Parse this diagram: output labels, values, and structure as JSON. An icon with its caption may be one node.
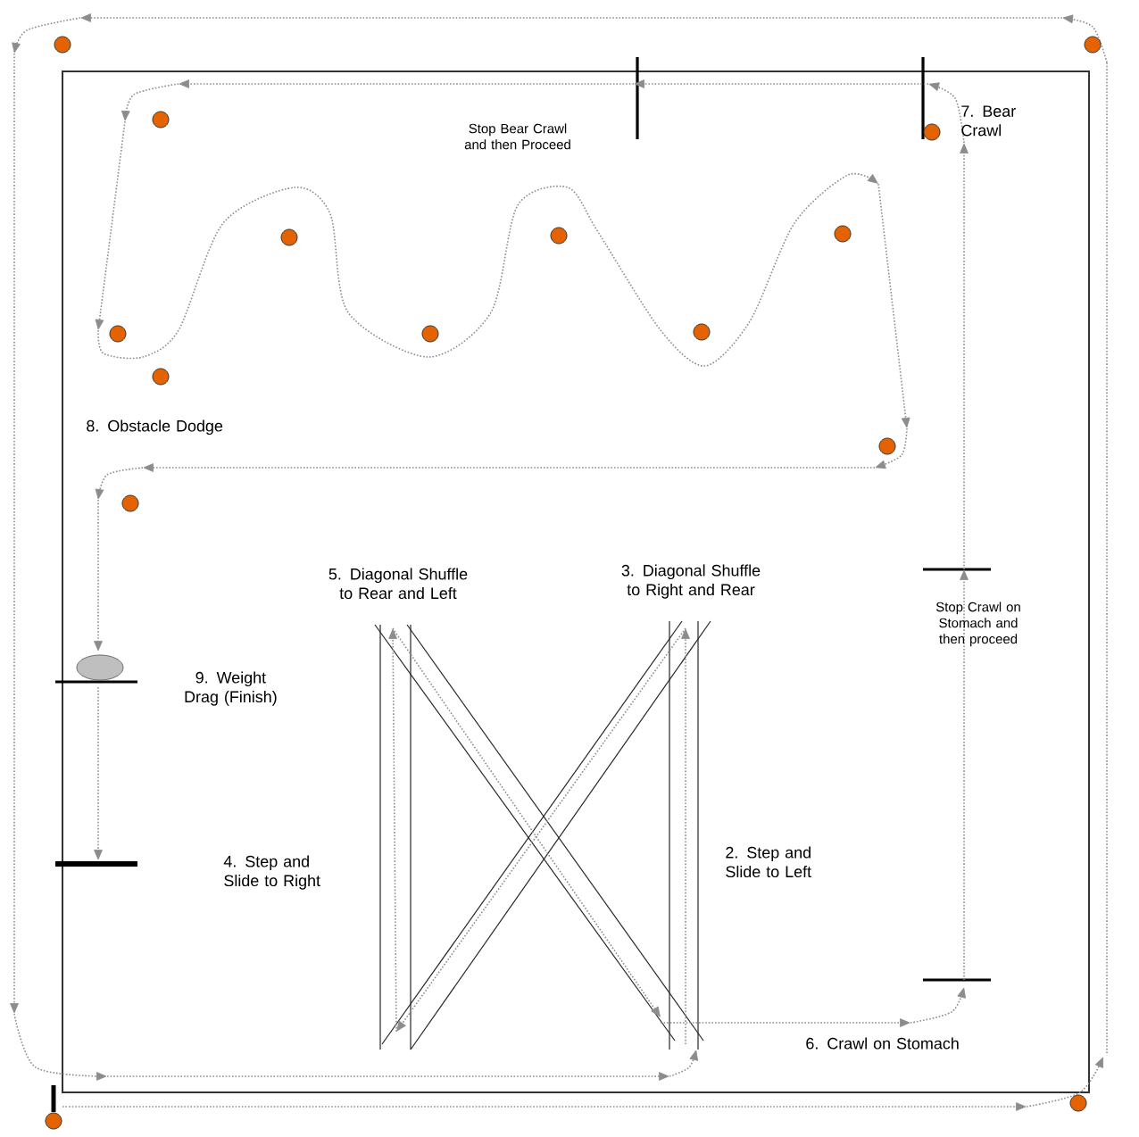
{
  "diagram": {
    "labels": [
      "7. Bear Crawl",
      "Stop Bear Crawl and then Proceed",
      "8. Obstacle Dodge",
      "5. Diagonal Shuffle to Rear and Left",
      "3. Diagonal Shuffle to Right and Rear",
      "Stop Crawl on Stomach and then proceed",
      "9. Weight Drag (Finish)",
      "4. Step and Slide to Right",
      "2. Step and Slide to Left",
      "6. Crawl on Stomach"
    ]
  }
}
